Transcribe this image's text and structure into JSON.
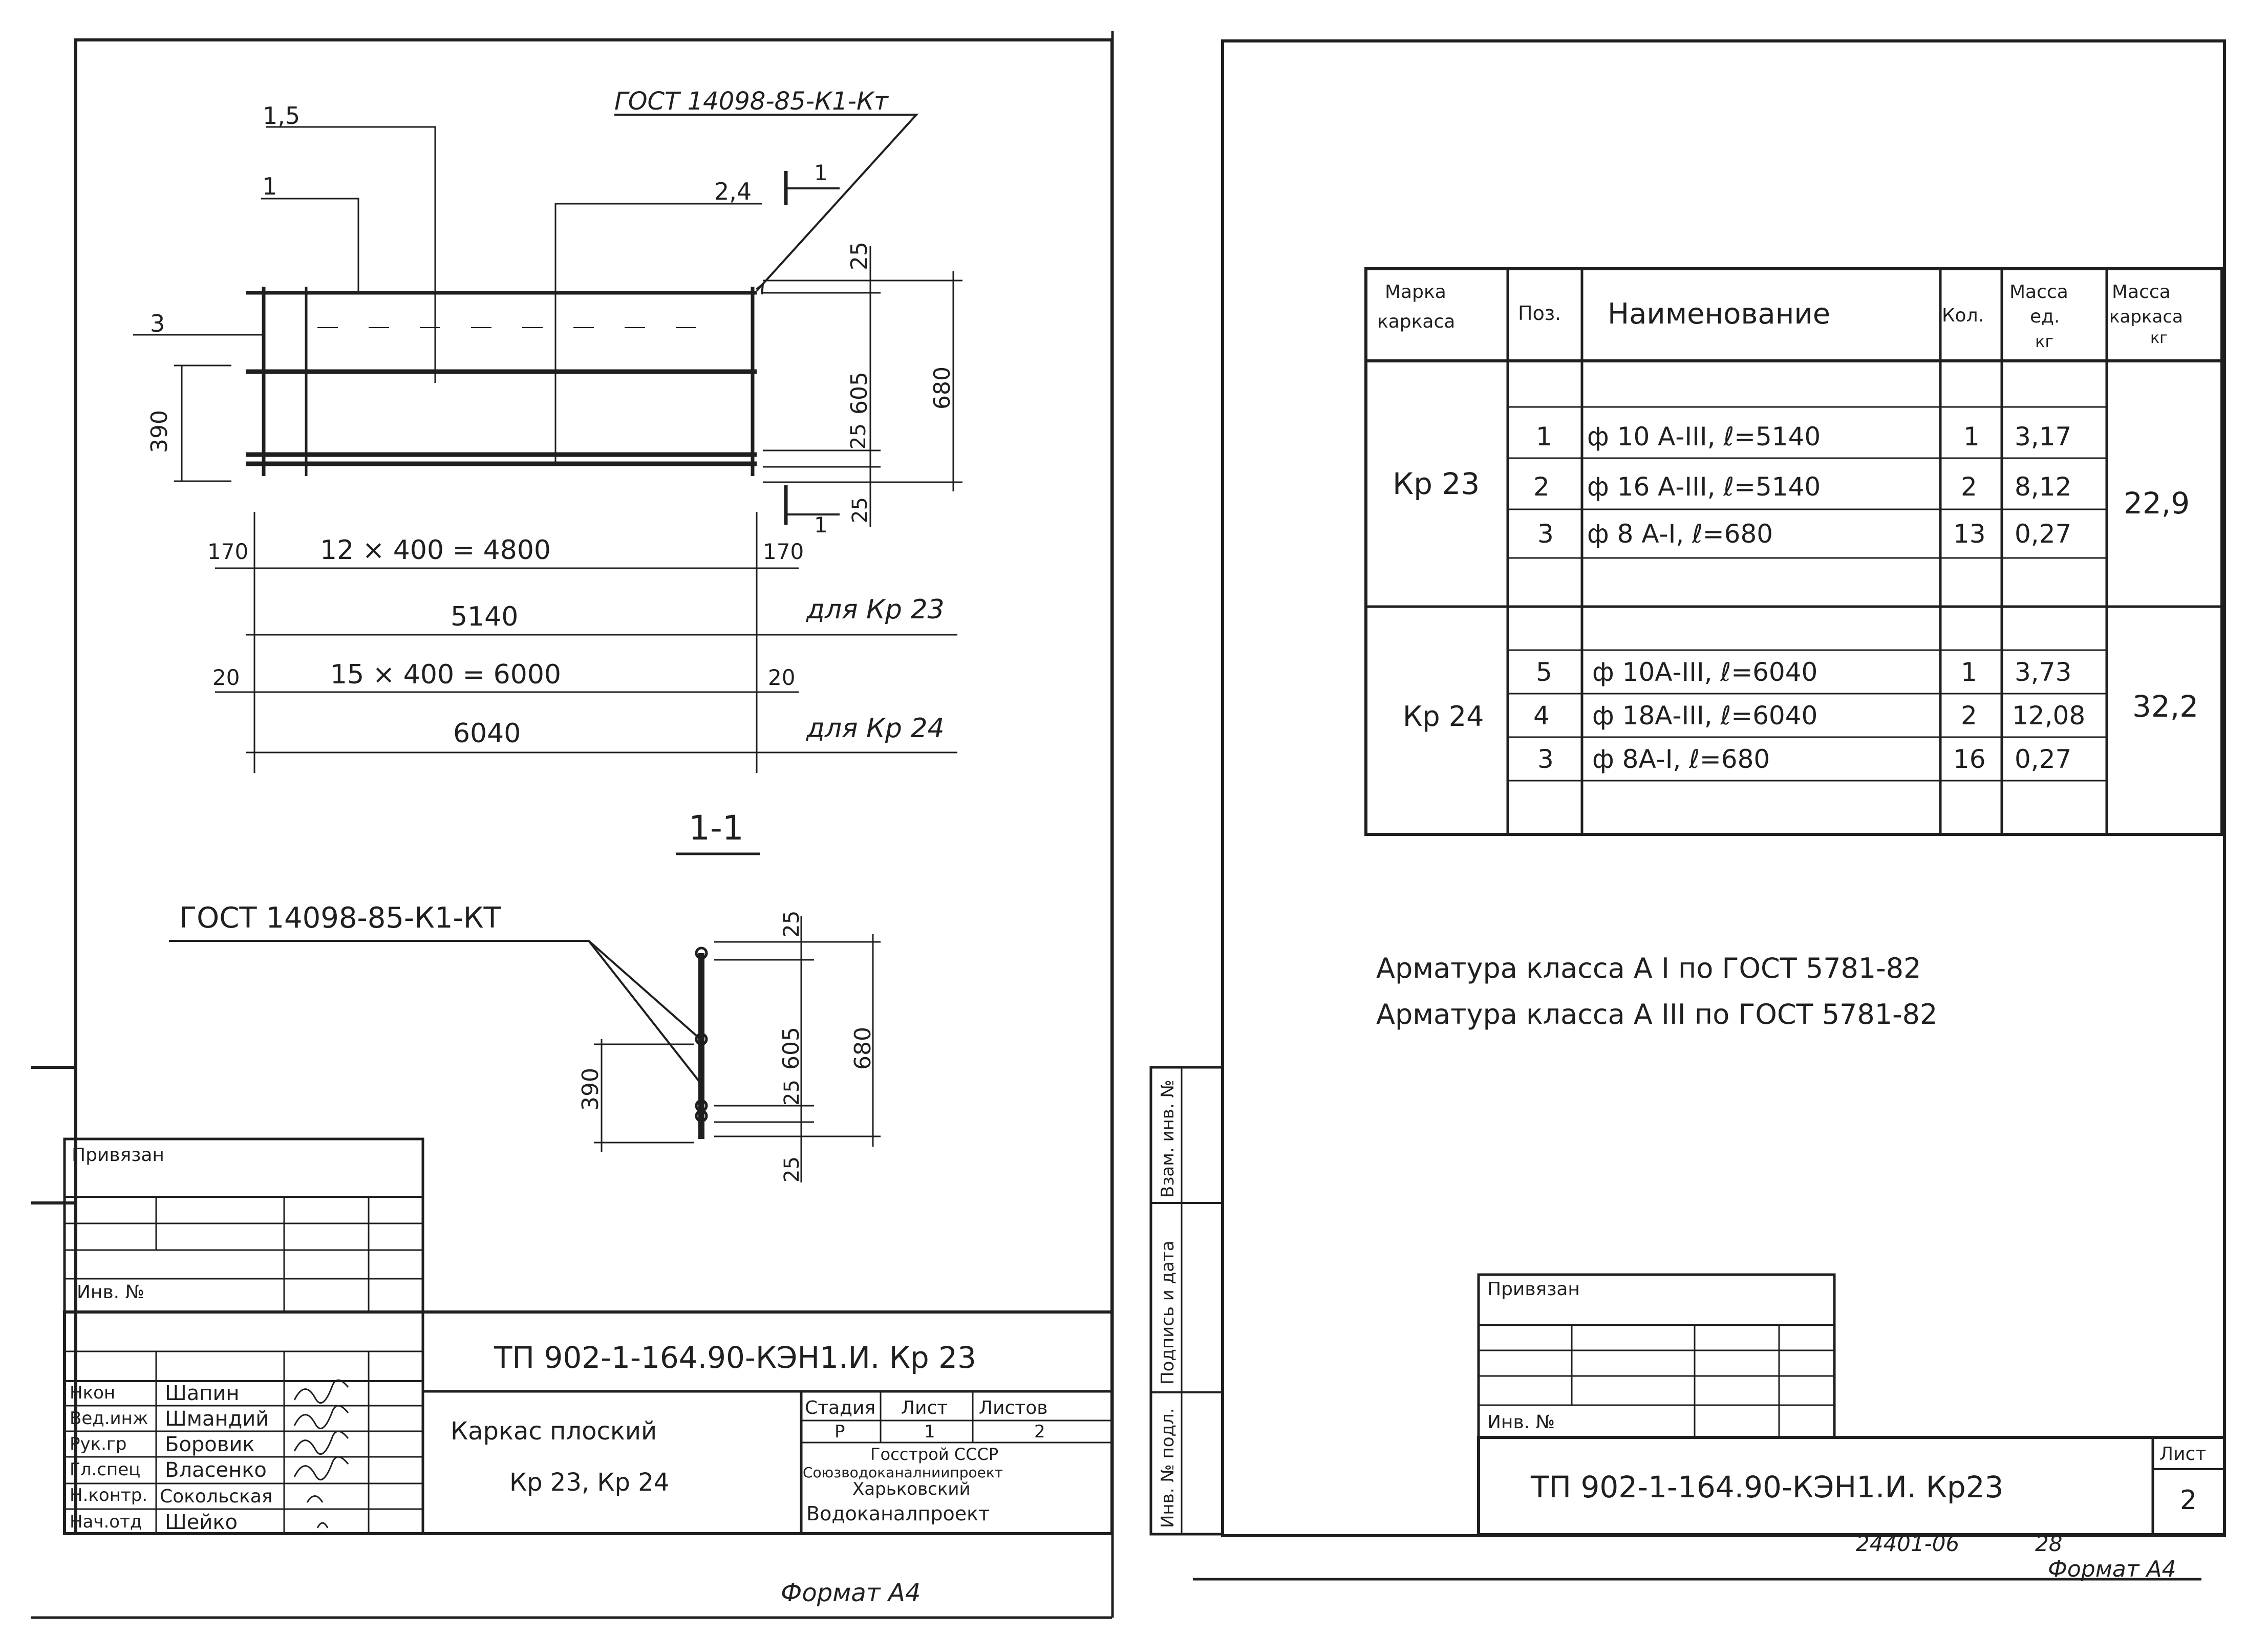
{
  "left_sheet": {
    "drawing": {
      "gost_top": "ГОСТ 14098-85-К1-Кт",
      "label_1_5": "1,5",
      "label_1": "1",
      "label_2_4": "2,4",
      "section_mark_top": "1",
      "section_mark_bottom": "1",
      "label_3": "3",
      "dim_390": "390",
      "dim_25_top": "25",
      "dim_605": "605",
      "dim_680": "680",
      "dim_25_mid": "25",
      "dim_25_bot": "25",
      "dim_170_left": "170",
      "dim_170_right": "170",
      "dim_spacing_kp23": "12 × 400 = 4800",
      "dim_length_kp23": "5140",
      "note_kp23": "для Кр 23",
      "dim_20_left": "20",
      "dim_20_right": "20",
      "dim_spacing_kp24": "15 × 400 = 6000",
      "dim_length_kp24": "6040",
      "note_kp24": "для Кр 24"
    },
    "section": {
      "title": "1-1",
      "gost": "ГОСТ 14098-85-К1-КТ",
      "dim_25_top": "25",
      "dim_605": "605",
      "dim_680": "680",
      "dim_390": "390",
      "dim_25_mid": "25",
      "dim_25_bot": "25"
    },
    "stamp_left": {
      "title": "Привязан",
      "inv_label": "Инв. №"
    },
    "title_block": {
      "doc_code": "ТП 902-1-164.90-КЭН1.И. Кр 23",
      "drawing_name_line1": "Каркас плоский",
      "drawing_name_line2": "Кр 23, Кр 24",
      "col_stage": "Стадия",
      "col_sheet": "Лист",
      "col_sheets": "Листов",
      "stage_value": "Р",
      "sheet_value": "1",
      "sheets_value": "2",
      "org_line1": "Госстрой СССР",
      "org_line2": "Союзводоканалниипроект",
      "org_line3": "Харьковский",
      "org_line4": "Водоканалпроект",
      "signers": [
        {
          "role": "Нкон",
          "name": "Шапин"
        },
        {
          "role": "Вед.инж",
          "name": "Шмандий"
        },
        {
          "role": "Рук.гр",
          "name": "Боровик"
        },
        {
          "role": "Гл.спец",
          "name": "Власенко"
        },
        {
          "role": "Н.контр.",
          "name": "Сокольская"
        },
        {
          "role": "Нач.отд",
          "name": "Шейко"
        }
      ]
    },
    "format": "Формат А4"
  },
  "right_sheet": {
    "spec_table": {
      "headers": {
        "mark": "Марка каркаса",
        "pos": "Поз.",
        "name": "Наименование",
        "qty": "Кол.",
        "unit_mass": "Масса ед. кг",
        "frame_mass": "Масса каркаса кг"
      },
      "groups": [
        {
          "mark": "Кр 23",
          "frame_mass": "22,9",
          "rows": [
            {
              "pos": "1",
              "name": "ф 10 А-III, ℓ=5140",
              "qty": "1",
              "mass": "3,17"
            },
            {
              "pos": "2",
              "name": "ф 16 А-III, ℓ=5140",
              "qty": "2",
              "mass": "8,12"
            },
            {
              "pos": "3",
              "name": "ф 8 А-I, ℓ=680",
              "qty": "13",
              "mass": "0,27"
            }
          ]
        },
        {
          "mark": "Кр 24",
          "frame_mass": "32,2",
          "rows": [
            {
              "pos": "5",
              "name": "ф 10А-III, ℓ=6040",
              "qty": "1",
              "mass": "3,73"
            },
            {
              "pos": "4",
              "name": "ф 18А-III, ℓ=6040",
              "qty": "2",
              "mass": "12,08"
            },
            {
              "pos": "3",
              "name": "ф 8А-I, ℓ=680",
              "qty": "16",
              "mass": "0,27"
            }
          ]
        }
      ]
    },
    "notes": [
      "Арматура класса А I по ГОСТ 5781-82",
      "Арматура класса А III по ГОСТ 5781-82"
    ],
    "side_stamp": {
      "inv_podl": "Инв. № подл.",
      "podpis_data": "Подпись и дата",
      "vzam_inv": "Взам. инв. №"
    },
    "stamp_privyazan": {
      "title": "Привязан",
      "inv_label": "Инв. №"
    },
    "title_block": {
      "doc_code": "ТП 902-1-164.90-КЭН1.И. Кр23",
      "sheet_label": "Лист",
      "sheet_value": "2"
    },
    "archive_number": "24401-06",
    "page_number": "28",
    "format": "Формат А4"
  }
}
